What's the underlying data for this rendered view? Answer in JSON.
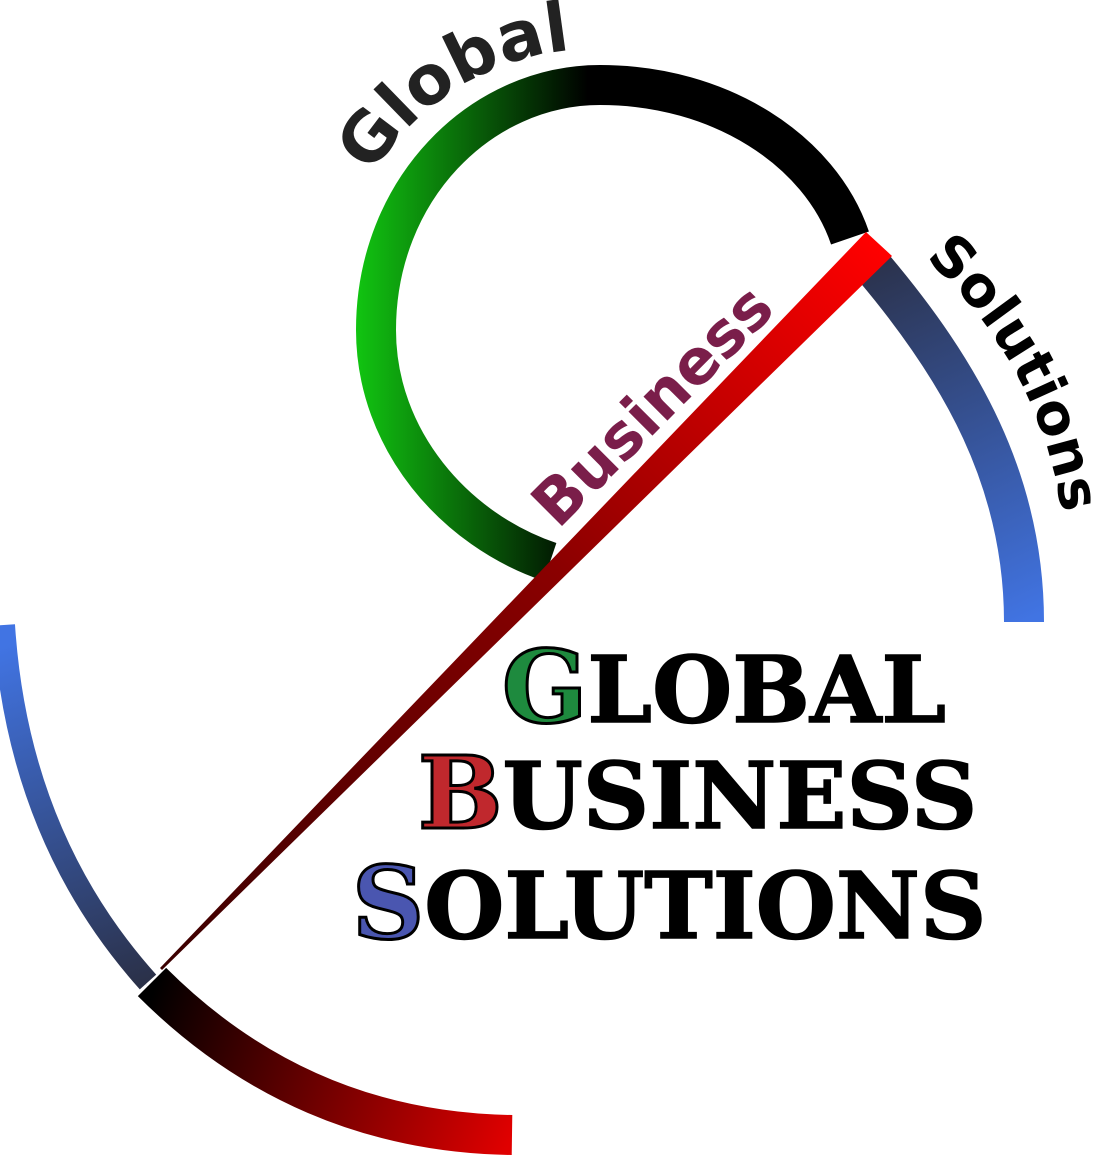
{
  "logo": {
    "arc_labels": {
      "global": "Global",
      "business": "Business",
      "solutions": "Solutions"
    },
    "wordmark": {
      "lines": [
        {
          "initial": "G",
          "rest": "LOBAL",
          "initial_color": "#1e8a3e"
        },
        {
          "initial": "B",
          "rest": "USINESS",
          "initial_color": "#c0282d"
        },
        {
          "initial": "S",
          "rest": "OLUTIONS",
          "initial_color": "#4a56b0"
        }
      ]
    },
    "colors": {
      "green": "#11c411",
      "black": "#000000",
      "red": "#e00000",
      "dark_red": "#6a0000",
      "blue": "#4174e3",
      "navy": "#2a2f45",
      "business_text": "#7a1e4a",
      "arc_text": "#222222"
    }
  }
}
